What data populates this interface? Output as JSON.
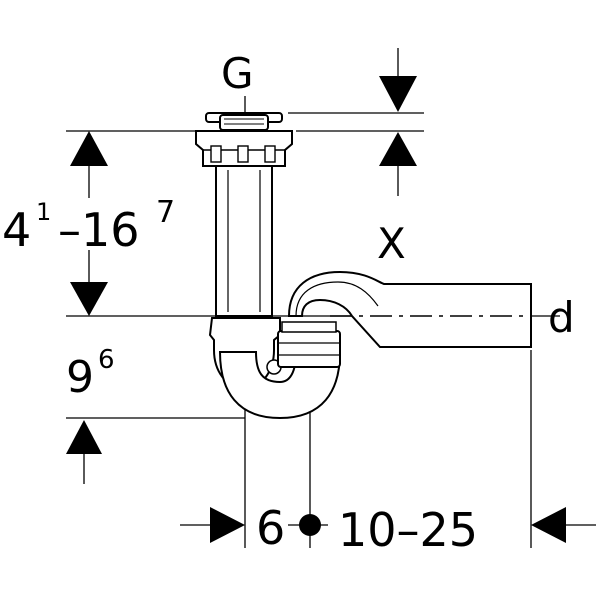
{
  "labels": {
    "thread": "G",
    "height_range_main": "4",
    "height_range_sup1": "1",
    "height_range_dash": "–16",
    "height_range_sup2": "7",
    "offset": "X",
    "outlet_diameter": "d",
    "trap_depth_main": "9",
    "trap_depth_sup": "6",
    "dist_left": "6",
    "dist_right": "10–25"
  },
  "colors": {
    "line": "#000000",
    "background": "#ffffff"
  }
}
